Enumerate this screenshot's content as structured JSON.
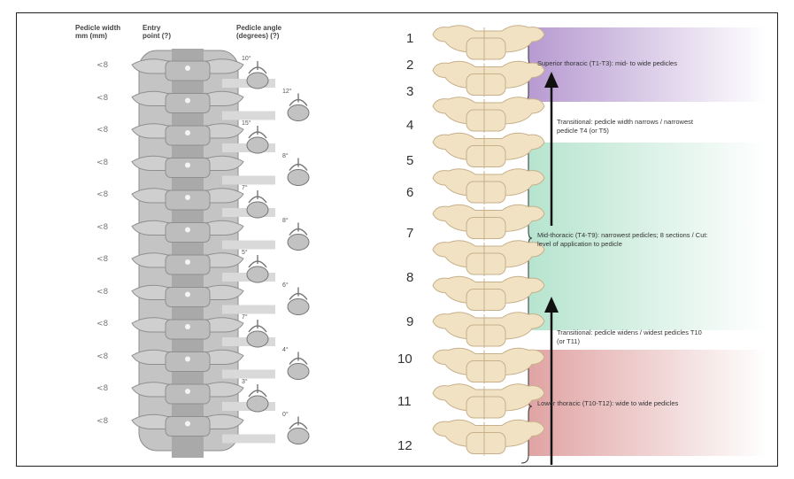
{
  "left_panel": {
    "headers": {
      "pedicle_width": "Pedicle width\nmm (mm)",
      "entry_point": "Entry\npoint (?)",
      "pedicle_angle": "Pedicle angle\n(degrees) (?)"
    },
    "pedicle_widths": [
      "<8",
      "<8",
      "<8",
      "<8",
      "<8",
      "<8",
      "<8",
      "<8",
      "<8",
      "<8",
      "<8",
      "<8"
    ],
    "angles": [
      "10°",
      "12°",
      "15°",
      "8°",
      "7°",
      "8°",
      "5°",
      "6°",
      "7°",
      "4°",
      "3°",
      "0°"
    ]
  },
  "right_panel": {
    "level_numbers": [
      "1",
      "2",
      "3",
      "4",
      "5",
      "6",
      "7",
      "8",
      "9",
      "10",
      "11",
      "12"
    ],
    "zones": [
      {
        "label": "Superior thoracic (T1-T3): mid- to wide pedicles",
        "color": "#b79ad1"
      },
      {
        "label": "Mid-thoracic (T4-T9): narrowest pedicles; 8 sections / Cut: level of application to pedicle",
        "color": "#a8dcc4"
      },
      {
        "label": "Lower thoracic (T10-T12): wide to wide pedicles",
        "color": "#e3a7a7"
      }
    ],
    "transitions": [
      {
        "label": "Transitional: pedicle width narrows / narrowest pedicle T4 (or T5)"
      },
      {
        "label": "Transitional: pedicle widens / widest pedicles T10 (or T11)"
      }
    ]
  },
  "colors": {
    "bone_gray": "#b9b9b9",
    "bone_dark": "#8c8c8c",
    "bone_beige": "#f2e2c4",
    "bone_beige_edge": "#c7b08a",
    "arrow": "#111111"
  }
}
